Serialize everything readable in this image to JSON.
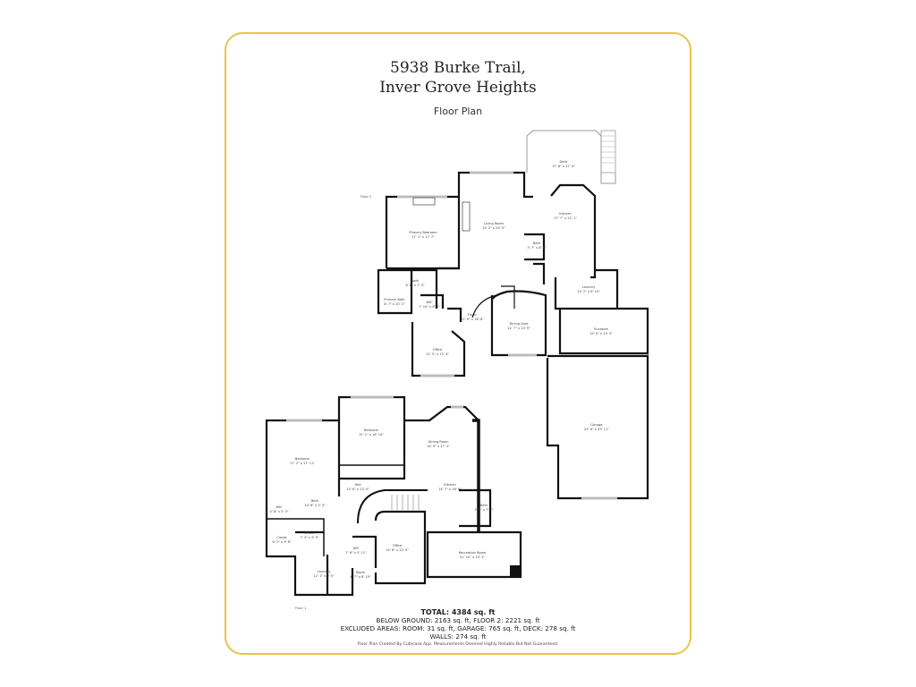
{
  "header": {
    "address_line1": "5938 Burke Trail,",
    "address_line2": "Inver Grove Heights",
    "subtitle": "Floor Plan"
  },
  "colors": {
    "frame_border": "#E8C547",
    "wall": "#111111",
    "window": "#bbbbbb",
    "background": "#ffffff"
  },
  "floors": {
    "upper": {
      "label": "Floor 2",
      "rooms": [
        {
          "name": "Deck",
          "dims": "17' 8\" x 17' 4\""
        },
        {
          "name": "Primary Bedroom",
          "dims": "17' 1\" x 17' 7\""
        },
        {
          "name": "Living Room",
          "dims": "15' 2\" x 20' 5\""
        },
        {
          "name": "Kitchen",
          "dims": "17' 7\" x 22' 1\""
        },
        {
          "name": "Bath",
          "dims": "5' 7\" x 8' 6\""
        },
        {
          "name": "Bath",
          "dims": "6' 8\" x 7' 3\""
        },
        {
          "name": "Primary Bath",
          "dims": "8' 7\" x 10' 2\""
        },
        {
          "name": "WIC",
          "dims": "7' 10\" x 8' 3\""
        },
        {
          "name": "Laundry",
          "dims": "13' 2\" x 8' 10\""
        },
        {
          "name": "Foyer",
          "dims": "11' 9\" x 16' 8\""
        },
        {
          "name": "Dining Area",
          "dims": "12' 7\" x 13' 9\""
        },
        {
          "name": "Sunroom",
          "dims": "19' 0\" x 13' 5\""
        },
        {
          "name": "Office",
          "dims": "12' 5\" x 12' 4\""
        },
        {
          "name": "Garage",
          "dims": "23' 6\" x 33' 11\""
        }
      ]
    },
    "lower": {
      "label": "Floor 1",
      "rooms": [
        {
          "name": "Bedroom",
          "dims": "17' 2\" x 17' 11\""
        },
        {
          "name": "Bedroom",
          "dims": "15' 1\" x 16' 10\""
        },
        {
          "name": "Dining Room",
          "dims": "14' 9\" x 17' 2\""
        },
        {
          "name": "Kitchen",
          "dims": "14' 7\" x 16' 8\""
        },
        {
          "name": "Hall",
          "dims": "13' 6\" x 23' 5\""
        },
        {
          "name": "Bath",
          "dims": "10' 8\" x 5' 3\""
        },
        {
          "name": "WIC",
          "dims": "4' 8\" x 5' 3\""
        },
        {
          "name": "Bath",
          "dims": "5' 9\" x 7' 9\""
        },
        {
          "name": "Closet",
          "dims": "6' 2\" x 9' 8\""
        },
        {
          "name": "Office",
          "dims": "7' 3\" x 9' 9\""
        },
        {
          "name": "WIC",
          "dims": "7' 6\" x 5' 11\""
        },
        {
          "name": "Office",
          "dims": "13' 8\" x 15' 5\""
        },
        {
          "name": "Recreation Room",
          "dims": "21' 10\" x 13' 1\""
        },
        {
          "name": "Laundry",
          "dims": "12' 1\" x 9' 5\""
        },
        {
          "name": "Room",
          "dims": "4' 7\" x 6' 10\""
        }
      ]
    }
  },
  "totals": {
    "total": "TOTAL: 4384 sq. ft",
    "line1": "BELOW GROUND: 2163 sq. ft, FLOOR 2: 2221 sq. ft",
    "line2": "EXCLUDED AREAS: ROOM: 31 sq. ft, GARAGE: 765 sq. ft, DECK: 278 sq. ft",
    "line3": "WALLS: 274 sq. ft",
    "disclaimer": "Floor Plan Created By Cubicasa App. Measurements Deemed Highly Reliable But Not Guaranteed."
  }
}
